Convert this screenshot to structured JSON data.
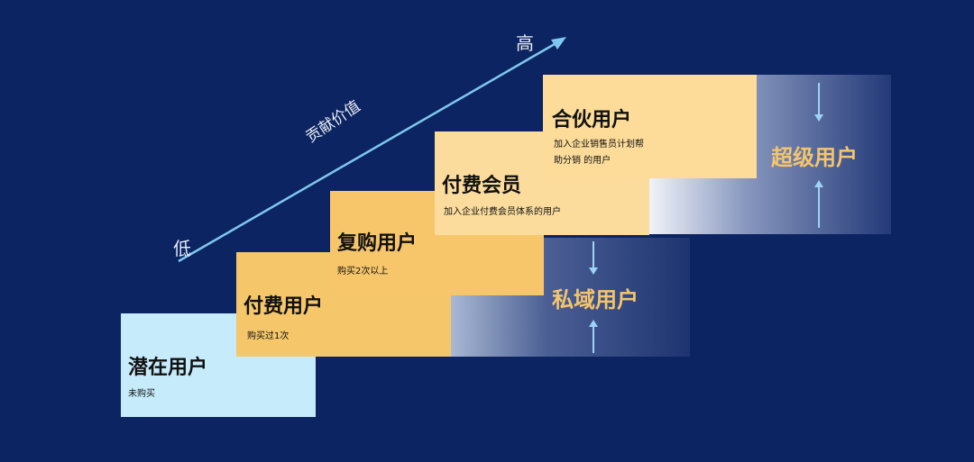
{
  "axis": {
    "high_label": "高",
    "low_label": "低",
    "value_label": "贡献价值"
  },
  "bands": {
    "private_label": "私域用户",
    "super_label": "超级用户"
  },
  "steps": [
    {
      "title": "潜在用户",
      "desc": "未购买"
    },
    {
      "title": "付费用户",
      "desc": "购买过1次"
    },
    {
      "title": "复购用户",
      "desc": "购买2次以上"
    },
    {
      "title": "付费会员",
      "desc": "加入企业付费会员体系的用户"
    },
    {
      "title": "合伙用户",
      "desc_line1": "加入企业销售员计划帮",
      "desc_line2": "助分销 的用户"
    }
  ],
  "colors": {
    "background": "#0c2461",
    "arrow": "#7ec8f0",
    "band_label": "#f5c56b",
    "potential_fill": "#c6ecfb",
    "paid_fill": "#f5c76a",
    "member_fill": "#fbdc9c"
  }
}
